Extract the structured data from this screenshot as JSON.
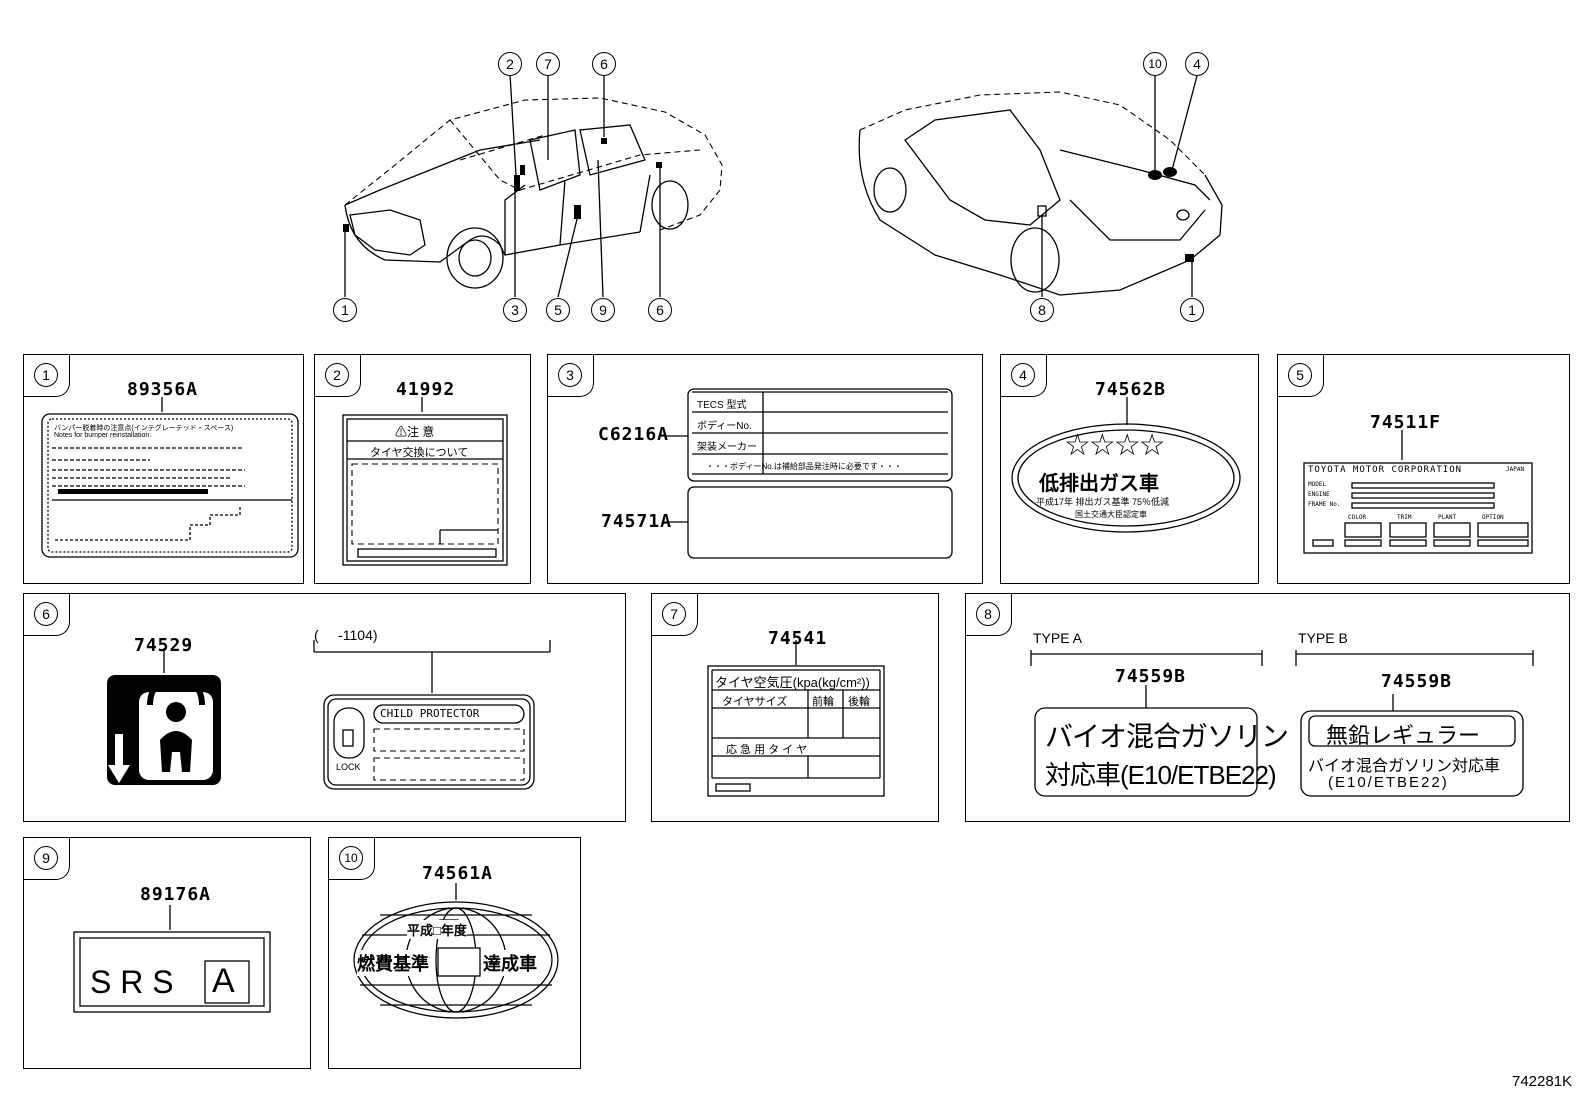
{
  "callouts": {
    "c1": "1",
    "c2": "2",
    "c3": "3",
    "c4": "4",
    "c5": "5",
    "c6": "6",
    "c7": "7",
    "c8": "8",
    "c9": "9",
    "c10": "10"
  },
  "panels": {
    "p1": {
      "num": "1",
      "part": "89356A",
      "text_lines": [
        "バンパー脱着時の注意点(インテグレーテッド・スペース)",
        "Notes for bumper reinstallation."
      ]
    },
    "p2": {
      "num": "2",
      "part": "41992",
      "caution": "⚠注 意",
      "subtitle": "タイヤ交換について"
    },
    "p3": {
      "num": "3",
      "part_a": "C6216A",
      "part_b": "74571A",
      "rows": [
        "TECS 型式",
        "ボディーNo.",
        "架装メーカー"
      ],
      "footer": "・・・ボディーNo.は補給部品発注時に必要です・・・"
    },
    "p4": {
      "num": "4",
      "part": "74562B",
      "stars": "☆☆☆☆",
      "main": "低排出ガス車",
      "sub": "平成17年 排出ガス基準 75％低減",
      "sub2": "国土交通大臣認定車"
    },
    "p5": {
      "num": "5",
      "part": "74511F",
      "maker": "TOYOTA MOTOR CORPORATION",
      "country": "JAPAN",
      "labels": [
        "MODEL",
        "ENGINE",
        "FRAME No."
      ],
      "cols": [
        "COLOR",
        "TRIM",
        "PLANT",
        "OPTION"
      ]
    },
    "p6": {
      "num": "6",
      "part": "74529",
      "range": "(     -1104)",
      "child": "CHILD PROTECTOR",
      "lock": "LOCK"
    },
    "p7": {
      "num": "7",
      "part": "74541",
      "title": "タイヤ空気圧(kpa(kg/cm²))",
      "h1": "タイヤサイズ",
      "h2": "前輪",
      "h3": "後輪",
      "spare": "応 急 用 タ イ ヤ"
    },
    "p8": {
      "num": "8",
      "type_a": "TYPE A",
      "type_b": "TYPE B",
      "part_a": "74559B",
      "part_b": "74559B",
      "a_line1": "バイオ混合ガソリン",
      "a_line2": "対応車(E10/ETBE22)",
      "b_line1": "無鉛レギュラー",
      "b_line2": "バイオ混合ガソリン対応車",
      "b_line3": "(E10/ETBE22)"
    },
    "p9": {
      "num": "9",
      "part": "89176A",
      "srs": "S R S",
      "letter": "A"
    },
    "p10": {
      "num": "10",
      "part": "74561A",
      "line1": "平成□年度",
      "line2a": "燃費基準",
      "line2b": "達成車"
    }
  },
  "figure_id": "742281K"
}
